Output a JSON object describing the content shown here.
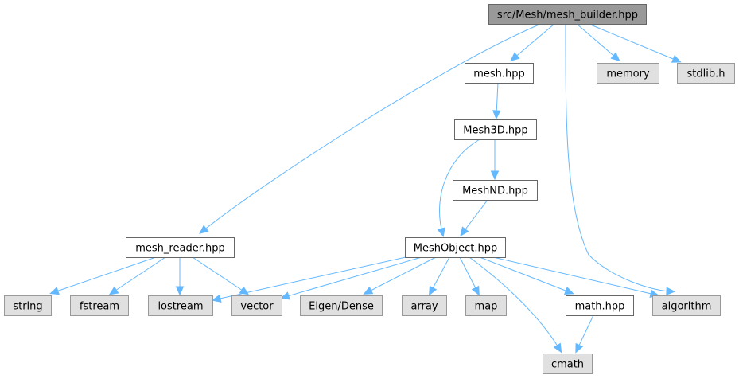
{
  "diagram": {
    "title": "src/Mesh/mesh_builder.hpp",
    "colors": {
      "root_fill": "#999999",
      "root_stroke": "#666666",
      "internal_fill": "#ffffff",
      "internal_stroke": "#666666",
      "external_fill": "#e0e0e0",
      "external_stroke": "#999999",
      "edge": "#63b8ff"
    },
    "nodes": [
      {
        "id": "root",
        "label": "src/Mesh/mesh_builder.hpp",
        "kind": "root"
      },
      {
        "id": "mesh_hpp",
        "label": "mesh.hpp",
        "kind": "internal"
      },
      {
        "id": "memory",
        "label": "memory",
        "kind": "external"
      },
      {
        "id": "stdlib_h",
        "label": "stdlib.h",
        "kind": "external"
      },
      {
        "id": "mesh3d",
        "label": "Mesh3D.hpp",
        "kind": "internal"
      },
      {
        "id": "meshnd",
        "label": "MeshND.hpp",
        "kind": "internal"
      },
      {
        "id": "mesh_reader",
        "label": "mesh_reader.hpp",
        "kind": "internal"
      },
      {
        "id": "meshobject",
        "label": "MeshObject.hpp",
        "kind": "internal"
      },
      {
        "id": "string",
        "label": "string",
        "kind": "external"
      },
      {
        "id": "fstream",
        "label": "fstream",
        "kind": "external"
      },
      {
        "id": "iostream",
        "label": "iostream",
        "kind": "external"
      },
      {
        "id": "vector",
        "label": "vector",
        "kind": "external"
      },
      {
        "id": "eigen_dense",
        "label": "Eigen/Dense",
        "kind": "external"
      },
      {
        "id": "array",
        "label": "array",
        "kind": "external"
      },
      {
        "id": "map",
        "label": "map",
        "kind": "external"
      },
      {
        "id": "math_hpp",
        "label": "math.hpp",
        "kind": "internal"
      },
      {
        "id": "algorithm",
        "label": "algorithm",
        "kind": "external"
      },
      {
        "id": "cmath",
        "label": "cmath",
        "kind": "external"
      }
    ],
    "edges": [
      {
        "from": "root",
        "to": "mesh_reader"
      },
      {
        "from": "root",
        "to": "mesh_hpp"
      },
      {
        "from": "root",
        "to": "algorithm"
      },
      {
        "from": "root",
        "to": "memory"
      },
      {
        "from": "root",
        "to": "stdlib_h"
      },
      {
        "from": "mesh_hpp",
        "to": "mesh3d"
      },
      {
        "from": "mesh3d",
        "to": "meshobject"
      },
      {
        "from": "mesh3d",
        "to": "meshnd"
      },
      {
        "from": "meshnd",
        "to": "meshobject"
      },
      {
        "from": "mesh_reader",
        "to": "string"
      },
      {
        "from": "mesh_reader",
        "to": "fstream"
      },
      {
        "from": "mesh_reader",
        "to": "iostream"
      },
      {
        "from": "mesh_reader",
        "to": "vector"
      },
      {
        "from": "meshobject",
        "to": "iostream"
      },
      {
        "from": "meshobject",
        "to": "vector"
      },
      {
        "from": "meshobject",
        "to": "eigen_dense"
      },
      {
        "from": "meshobject",
        "to": "array"
      },
      {
        "from": "meshobject",
        "to": "map"
      },
      {
        "from": "meshobject",
        "to": "cmath"
      },
      {
        "from": "meshobject",
        "to": "math_hpp"
      },
      {
        "from": "meshobject",
        "to": "algorithm"
      },
      {
        "from": "math_hpp",
        "to": "cmath"
      }
    ]
  }
}
